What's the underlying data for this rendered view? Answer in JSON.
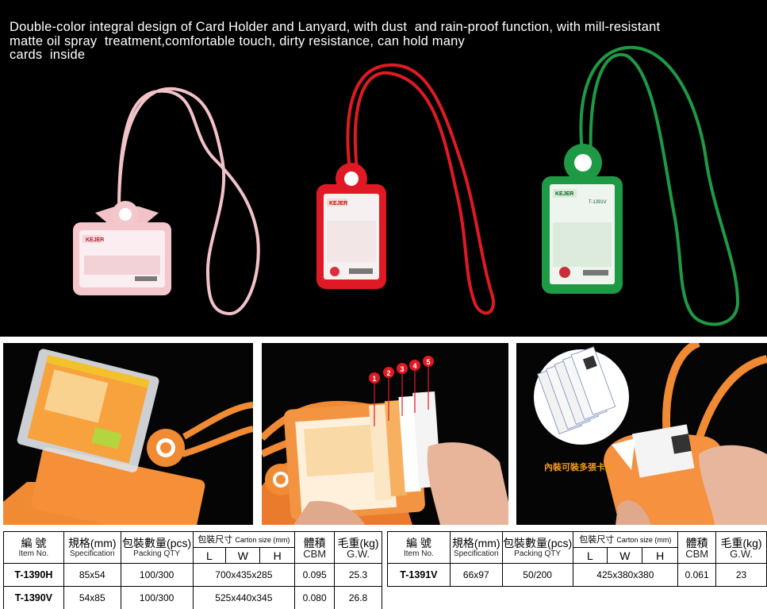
{
  "headline": {
    "lines": [
      "Double-color integral design of Card Holder and Lanyard, with dust  and rain-proof function, with mill-resistant",
      "matte oil spray  treatment,comfortable touch, dirty resistance, can hold many",
      "cards  inside"
    ]
  },
  "product_colors": {
    "pink": "#f2c2c8",
    "red": "#e01a24",
    "green": "#1e9a45",
    "orange": "#f08a33"
  },
  "card_text": {
    "brand": "KEJER",
    "model_green": "T-1391V"
  },
  "detail_photos": {
    "layer_numbers": [
      "1",
      "2",
      "3",
      "4",
      "5"
    ],
    "caption_zh": "內裝可裝多張卡片"
  },
  "table_left": {
    "headers": {
      "item_zh": "編  號",
      "item_en": "Item No.",
      "spec_zh": "規格(mm)",
      "spec_en": "Specification",
      "pack_zh": "包裝數量(pcs)",
      "pack_en": "Packing QTY",
      "carton_zh": "包裝尺寸",
      "carton_en": "Carton size (mm)",
      "l": "L",
      "w": "W",
      "h": "H",
      "cbm_zh": "體積",
      "cbm_en": "CBM",
      "gw_zh": "毛重(kg)",
      "gw_en": "G.W."
    },
    "rows": [
      {
        "item": "T-1390H",
        "spec": "85x54",
        "pack": "100/300",
        "carton": "700x435x285",
        "cbm": "0.095",
        "gw": "25.3"
      },
      {
        "item": "T-1390V",
        "spec": "54x85",
        "pack": "100/300",
        "carton": "525x440x345",
        "cbm": "0.080",
        "gw": "26.8"
      }
    ]
  },
  "table_right": {
    "headers": {
      "item_zh": "編  號",
      "item_en": "Item No.",
      "spec_zh": "規格(mm)",
      "spec_en": "Specification",
      "pack_zh": "包裝數量(pcs)",
      "pack_en": "Packing QTY",
      "carton_zh": "包裝尺寸",
      "carton_en": "Carton size (mm)",
      "l": "L",
      "w": "W",
      "h": "H",
      "cbm_zh": "體積",
      "cbm_en": "CBM",
      "gw_zh": "毛重(kg)",
      "gw_en": "G.W."
    },
    "rows": [
      {
        "item": "T-1391V",
        "spec": "66x97",
        "pack": "50/200",
        "carton": "425x380x380",
        "cbm": "0.061",
        "gw": "23"
      }
    ]
  }
}
